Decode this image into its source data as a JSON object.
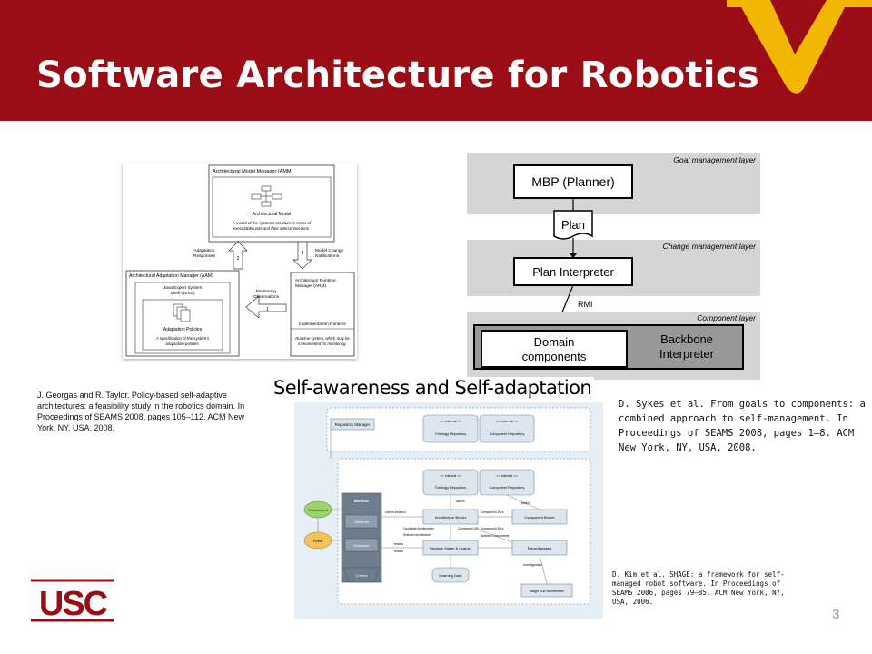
{
  "slide": {
    "title": "Software Architecture for Robotics",
    "page_number": "3",
    "center_label": "Self-awareness and Self-adaptation",
    "accent_color": "#9b0d14",
    "logo_color": "#f2b705"
  },
  "captions": {
    "georgas": "J. Georgas and R. Taylor. Policy-based self-adaptive architectures: a feasibility study in the robotics domain. In Proceedings of SEAMS 2008, pages 105–112. ACM New York, NY, USA, 2008.",
    "sykes": "D. Sykes et al. From goals to components: a combined approach to self-management. In Proceedings of SEAMS 2008, pages 1–8. ACM New York, NY, USA, 2008.",
    "kim": "D. Kim et al. SHAGE: a framework for self-managed robot software. In Proceedings of SEAMS 2006, pages 79–85. ACM New York, NY, USA, 2006."
  },
  "usc_logo": "USC",
  "amm_diagram": {
    "amm_title": "Architectural Model Manager (AMM)",
    "arch_model": "Architectural Model",
    "arch_model_desc1": "A model of the system's structure in terms of",
    "arch_model_desc2": "executable units and their interconnections.",
    "adaptation_responses1": "Adaptation",
    "adaptation_responses2": "Responses",
    "model_change1": "Model Change",
    "model_change2": "Notifications",
    "step2": "2",
    "step3": "3",
    "step1": "1",
    "monitoring1": "Monitoring",
    "monitoring2": "Observations",
    "aam_title": "Architectural Adaptation Manager (AAM)",
    "jess1": "Java Expert System",
    "jess2": "Shell (JESS)",
    "adaptation_policies": "Adaptation Policies",
    "policies_desc1": "A specification of the system's",
    "policies_desc2": "adaptation policies.",
    "arm1": "Architecture Runtime",
    "arm2": "Manager (ARM)",
    "impl_runtime": "Implementation Runtime",
    "runtime_desc1": "Runtime system, which may be",
    "runtime_desc2": "instrumented for monitoring."
  },
  "layers_diagram": {
    "goal_layer": "Goal management layer",
    "planner": "MBP (Planner)",
    "plan": "Plan",
    "change_layer": "Change management layer",
    "plan_interpreter": "Plan Interpreter",
    "rmi": "RMI",
    "component_layer": "Component layer",
    "domain1": "Domain",
    "domain2": "components",
    "backbone1": "Backbone",
    "backbone2": "Interpreter"
  },
  "shage_diagram": {
    "repository_manager": "Repository Manager",
    "external": "<< external >>",
    "internal": "<< internal >>",
    "ontology_repository": "Ontology Repository",
    "component_repository": "Component Repository",
    "environment": "Environment",
    "robot": "Robot",
    "monitor": "Monitor",
    "observer": "Observer",
    "evaluator": "Evaluator",
    "criteria": "Criteria",
    "architecture_broker": "Architecture Broker",
    "component_broker": "Component Broker",
    "decision_maker": "Decision Maker & Learner",
    "reconfigurator": "Reconfigurator",
    "learning_data": "Learning Data",
    "target_arch": "Target S/W Architecture",
    "search": "search",
    "current_situation": "current situation",
    "candidate_architectures": "Candidate Architectures",
    "component_urls": "Component URLs",
    "selected_architecture": "Selected Architecture",
    "selected_components": "Selected Components",
    "reconfiguration": "reconfiguration",
    "reward": "reward",
    "reward_2": "reward",
    "component_url_2": "Component URL",
    "component_urls_2": "Component URLs"
  }
}
